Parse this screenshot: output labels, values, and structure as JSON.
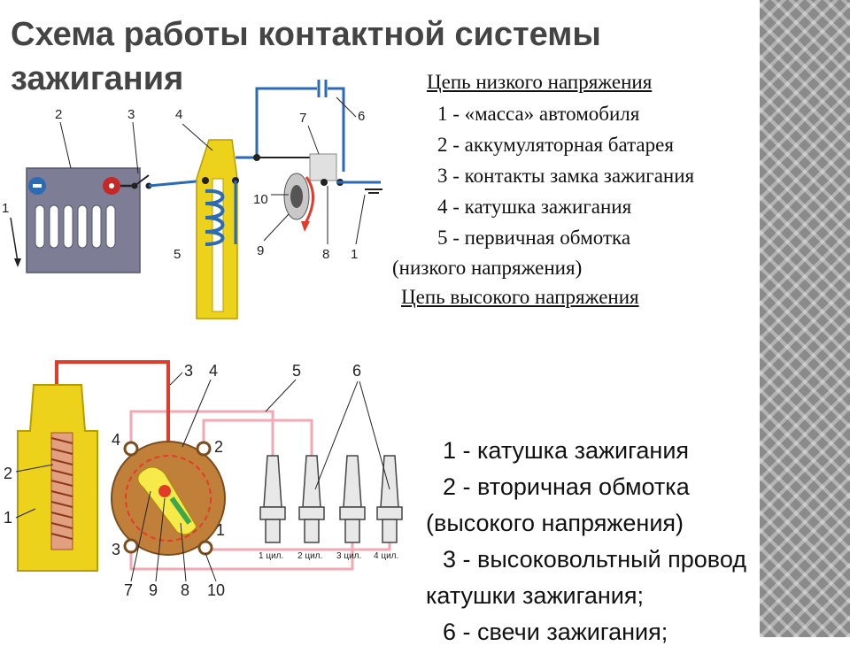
{
  "title": "Схема работы контактной системы зажигания",
  "colors": {
    "coil_yellow": "#ecd21a",
    "wire_blue": "#2a6bb3",
    "wire_red": "#e33b2a",
    "wire_pink": "#f2a9b4",
    "battery_gray": "#7d7d96",
    "distributor_brown": "#c0803a",
    "background_stripe": "#8a8a8a"
  },
  "low_voltage": {
    "heading": "Цепь низкого напряжения",
    "items": [
      "1 - «масса» автомобиля",
      "2 - аккумуляторная батарея",
      "3 - контакты замка зажигания",
      "4 - катушка зажигания",
      "5 - первичная обмотка",
      "(низкого напряжения)"
    ],
    "diagram_labels": [
      "1",
      "2",
      "3",
      "4",
      "5",
      "6",
      "7",
      "8",
      "9",
      "10",
      "1"
    ]
  },
  "high_voltage": {
    "heading": "Цепь высокого напряжения",
    "items": [
      "1 - катушка зажигания",
      "2 - вторичная обмотка",
      "(высокого напряжения)",
      "3 - высоковольтный провод",
      "катушки зажигания;",
      "6 - свечи зажигания;"
    ],
    "diagram_labels": [
      "2",
      "1",
      "3",
      "4",
      "5",
      "6",
      "4",
      "2",
      "3",
      "1",
      "7",
      "9",
      "8",
      "10"
    ],
    "plug_labels": [
      "1 цил.",
      "2 цил.",
      "3 цил.",
      "4 цил."
    ]
  }
}
